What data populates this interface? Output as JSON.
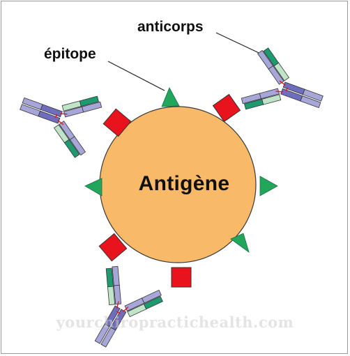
{
  "labels": {
    "antigen": "Antigène",
    "antibody": "anticorps",
    "epitope": "épitope"
  },
  "watermark": "yourchiropractichealth.com",
  "colors": {
    "antigen_fill": "#f8b968",
    "antigen_stroke": "#3a3a3a",
    "epitope_triangle": "#21a65c",
    "epitope_square": "#e8131c",
    "heavy_chain": "#a7a6d8",
    "heavy_chain_dark": "#6f6ebc",
    "light_chain": "#bfe4c7",
    "light_chain_dark": "#1e9a71",
    "disulfide_bond": "#e8131c",
    "leader_line": "#222222",
    "watermark": "#cdcdcd"
  },
  "icons": {
    "triangle_epitope": "triangle-epitope-icon",
    "square_epitope": "square-epitope-icon",
    "antibody": "antibody-icon"
  }
}
